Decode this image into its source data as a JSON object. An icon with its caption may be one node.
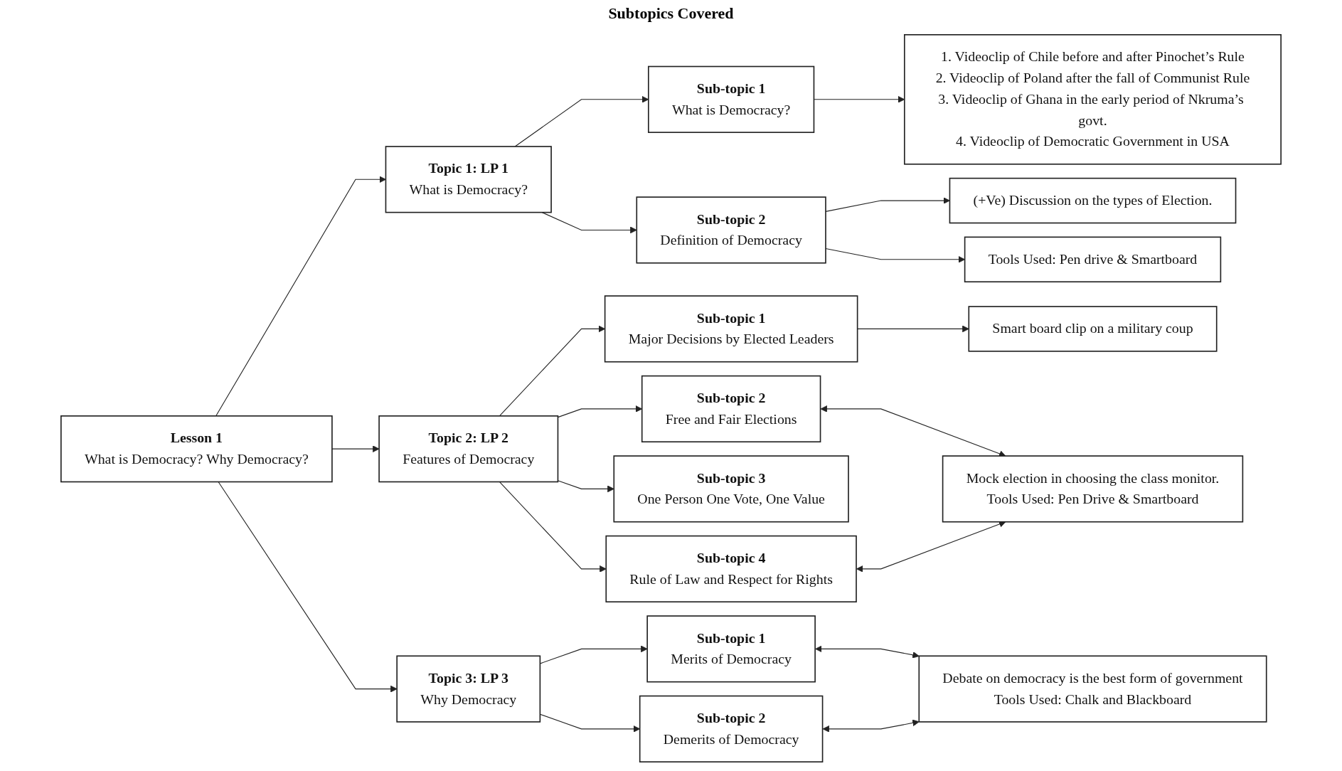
{
  "diagram": {
    "nodes": [
      {
        "text": [
          "Lesson 1",
          "What is Democracy? Why Democracy?"
        ]
      },
      {
        "text": [
          "Topic 1: LP 1",
          "What is Democracy?"
        ]
      },
      {
        "text": [
          "Sub-topic 1",
          "What is Democracy?"
        ]
      },
      {
        "text": [
          "Sub-topic 2",
          "Definition of Democracy"
        ]
      },
      {
        "text": [
          "1. Videoclip of Chile before and after Pinochet’s Rule",
          "2. Videoclip of Poland after the fall of Communist Rule",
          "3. Videoclip of Ghana in the early period of Nkruma’s govt.",
          "4. Videoclip of Democratic Government in USA"
        ]
      },
      {
        "text": [
          "(+Ve) Discussion on the types of Election."
        ]
      },
      {
        "text": [
          "Tools Used: Pen drive & Smartboard"
        ]
      },
      {
        "text": [
          "Topic 2: LP 2",
          "Features of Democracy"
        ]
      },
      {
        "text": [
          "Sub-topic 1",
          "Major Decisions by Elected Leaders"
        ]
      },
      {
        "text": [
          "Sub-topic 2",
          "Free and Fair Elections"
        ]
      },
      {
        "text": [
          "Sub-topic 3",
          "One Person One Vote, One Value"
        ]
      },
      {
        "text": [
          "Sub-topic 4",
          "Rule of Law and Respect for Rights"
        ]
      },
      {
        "text": [
          "Smart board clip on a military coup"
        ]
      },
      {
        "text": [
          "Mock election in choosing the class monitor.",
          "Tools Used: Pen Drive & Smartboard"
        ]
      },
      {
        "text": [
          "Topic 3: LP 3",
          "Why Democracy"
        ]
      },
      {
        "text": [
          "Sub-topic 1",
          "Merits of Democracy"
        ]
      },
      {
        "text": [
          "Sub-topic 2",
          "Demerits of Democracy"
        ]
      },
      {
        "text": [
          "Debate on democracy is the best form of government",
          "Tools Used: Chalk and Blackboard"
        ]
      }
    ],
    "edges": [
      {
        "from": 0,
        "to": 1,
        "arrow": "to"
      },
      {
        "from": 0,
        "to": 7,
        "arrow": "to"
      },
      {
        "from": 0,
        "to": 14,
        "arrow": "to"
      },
      {
        "from": 1,
        "to": 2,
        "arrow": "to"
      },
      {
        "from": 1,
        "to": 3,
        "arrow": "to"
      },
      {
        "from": 2,
        "to": 4,
        "arrow": "to"
      },
      {
        "from": 3,
        "to": 5,
        "arrow": "to"
      },
      {
        "from": 3,
        "to": 6,
        "arrow": "to"
      },
      {
        "from": 7,
        "to": 8,
        "arrow": "to"
      },
      {
        "from": 7,
        "to": 9,
        "arrow": "to"
      },
      {
        "from": 7,
        "to": 10,
        "arrow": "to"
      },
      {
        "from": 7,
        "to": 11,
        "arrow": "to"
      },
      {
        "from": 8,
        "to": 12,
        "arrow": "to"
      },
      {
        "from": 9,
        "to": 13,
        "arrow": "both"
      },
      {
        "from": 11,
        "to": 13,
        "arrow": "both"
      },
      {
        "from": 14,
        "to": 15,
        "arrow": "to"
      },
      {
        "from": 14,
        "to": 16,
        "arrow": "to"
      },
      {
        "from": 15,
        "to": 17,
        "arrow": "both"
      },
      {
        "from": 16,
        "to": 17,
        "arrow": "both"
      }
    ],
    "labels": [
      "Subtopics Covered"
    ]
  }
}
